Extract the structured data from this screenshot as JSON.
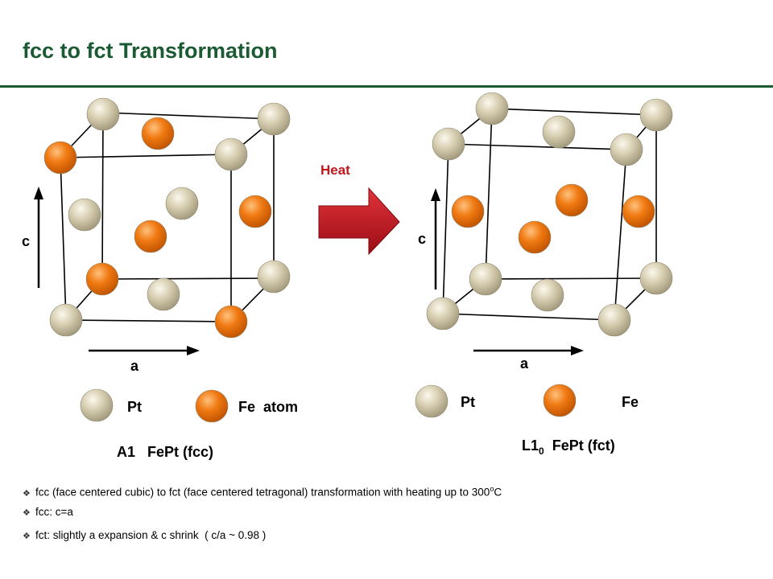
{
  "title": "fcc to fct Transformation",
  "heat_label": "Heat",
  "colors": {
    "title": "#1c5a33",
    "pt_atom": "#cdc3a3",
    "fe_atom": "#ef7a16",
    "heat_arrow": "#b3121b"
  },
  "left_structure": {
    "axis_c": "c",
    "axis_a": "a",
    "legend_pt": "Pt",
    "legend_fe": "Fe  atom",
    "caption": "A1   FePt (fcc)"
  },
  "right_structure": {
    "axis_c": "c",
    "axis_a": "a",
    "legend_pt": "Pt",
    "legend_fe": "Fe",
    "caption_main": "L1",
    "caption_sub": "0",
    "caption_rest": "  FePt (fct)"
  },
  "bullets": [
    {
      "main": "fcc (face centered cubic) to fct (face centered tetragonal) transformation with heating up to 300",
      "sup": "o",
      "tail": "C"
    },
    {
      "main": "fcc: c=a",
      "sup": "",
      "tail": ""
    },
    {
      "main": "fct: slightly a expansion & c shrink  ( c/a ~ 0.98 )",
      "sup": "",
      "tail": ""
    }
  ]
}
